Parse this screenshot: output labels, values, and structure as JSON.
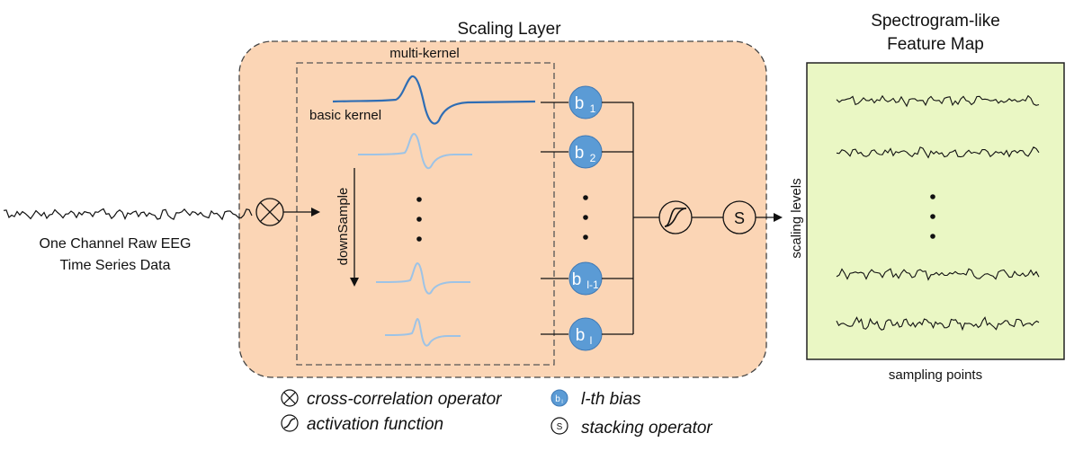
{
  "colors": {
    "layer_fill": "#fbd5b5",
    "feature_fill": "#eaf7c4",
    "bias_fill": "#5b9bd5",
    "kernel_dark": "#2e6db4",
    "kernel_light": "#9dc3e6"
  },
  "input": {
    "label_line1": "One Channel Raw EEG",
    "label_line2": "Time Series Data"
  },
  "scaling_layer": {
    "title": "Scaling Layer",
    "multi_kernel_label": "multi-kernel",
    "basic_kernel_label": "basic kernel",
    "downsample_label": "downSample",
    "biases": [
      {
        "base": "b",
        "sub": "1"
      },
      {
        "base": "b",
        "sub": "2"
      },
      {
        "base": "b",
        "sub": "l-1"
      },
      {
        "base": "b",
        "sub": "l"
      }
    ],
    "stack_symbol": "S"
  },
  "feature_map": {
    "title_line1": "Spectrogram-like",
    "title_line2": "Feature Map",
    "y_label": "scaling levels",
    "x_label": "sampling points"
  },
  "legend": {
    "cross_correlation": "cross-correlation operator",
    "bias_symbol": {
      "base": "b",
      "sub": "l"
    },
    "bias": "l-th bias",
    "activation": "activation function",
    "stacking_symbol": "S",
    "stacking": "stacking operator"
  }
}
